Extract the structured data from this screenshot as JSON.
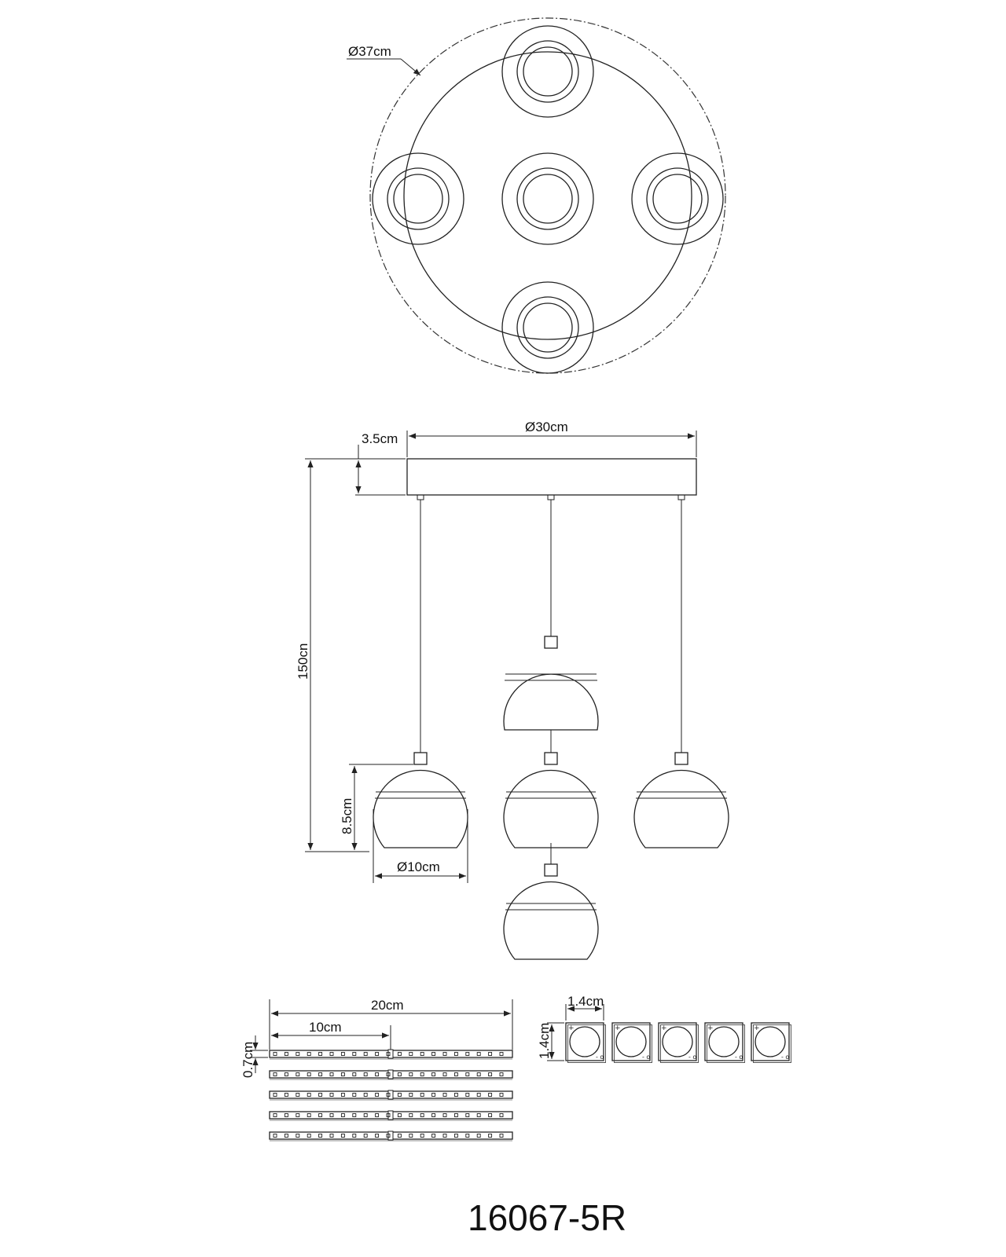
{
  "model_number": "16067-5R",
  "top_view": {
    "canopy_diameter_label": "Ø37cm",
    "spot_count": 5
  },
  "side_view": {
    "plate_diameter_label": "Ø30cm",
    "plate_height_label": "3.5cm",
    "total_height_label": "150cn",
    "globe_height_label": "8.5cm",
    "globe_diameter_label": "Ø10cm"
  },
  "led_strips": {
    "length_label": "20cm",
    "half_length_label": "10cm",
    "width_label": "0.7cm",
    "count": 5
  },
  "led_chips": {
    "width_label": "1.4cm",
    "height_label": "1.4cm",
    "count": 5
  },
  "colors": {
    "line": "#222222",
    "background": "#ffffff"
  }
}
